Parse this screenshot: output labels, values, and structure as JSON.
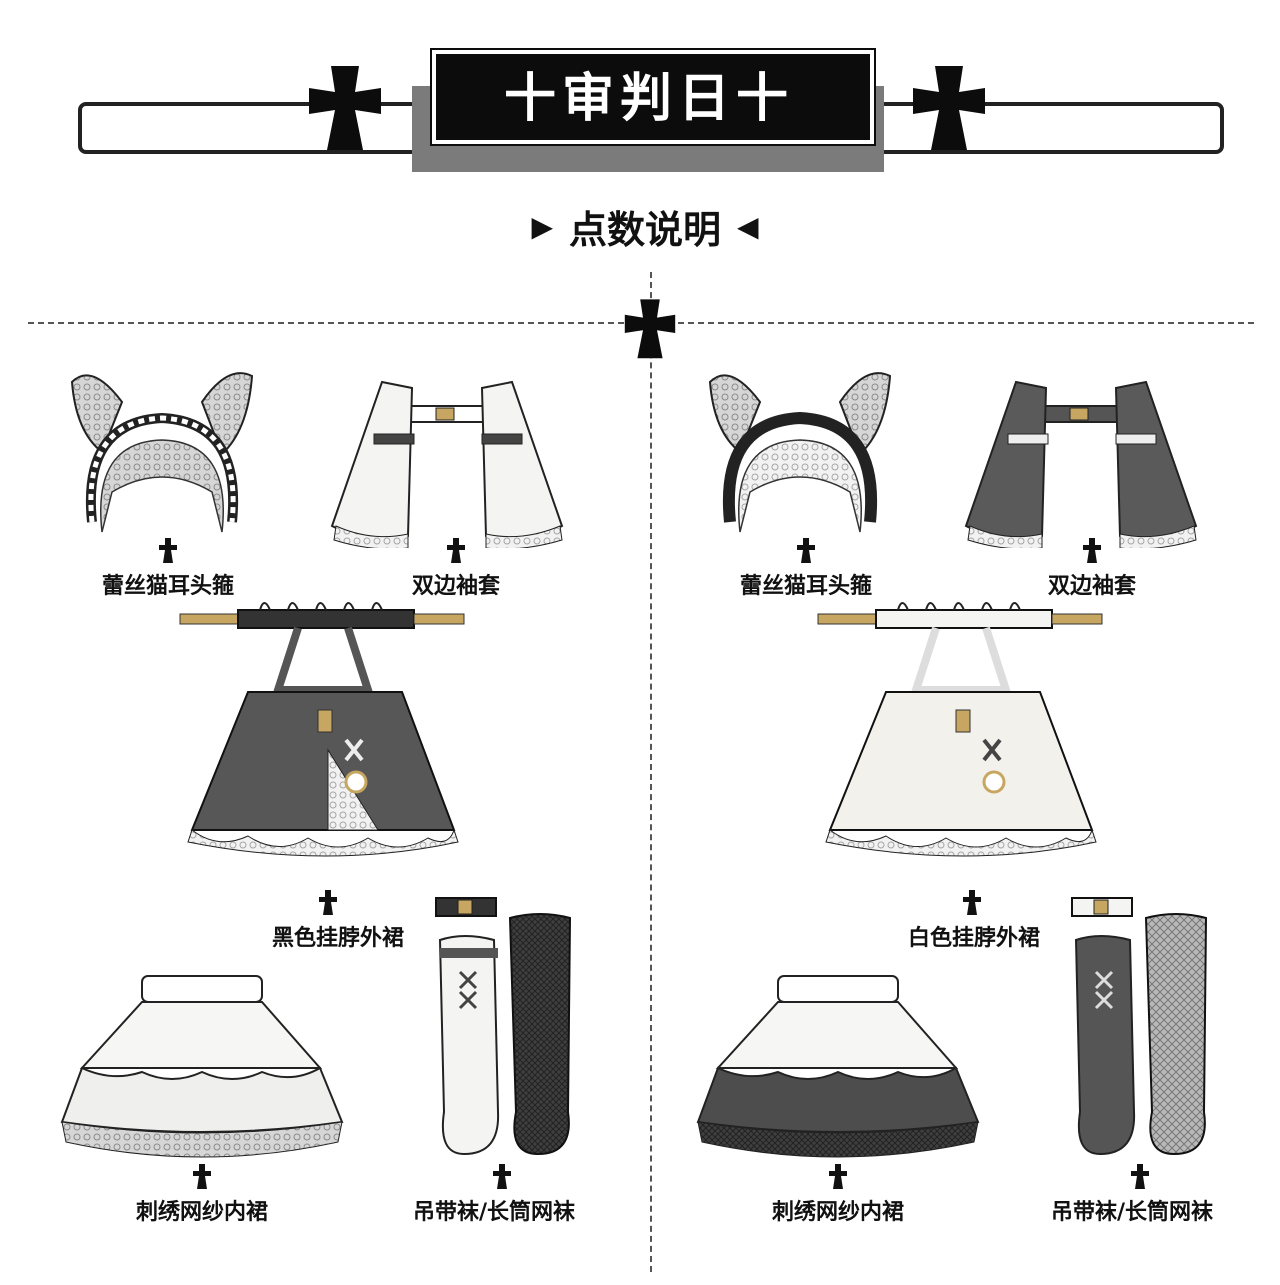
{
  "header": {
    "title": "十审判日十"
  },
  "subtitle": {
    "text": "点数说明",
    "left_arrow": "▶",
    "right_arrow": "◀"
  },
  "left_set": {
    "headband": "蕾丝猫耳头箍",
    "sleeves": "双边袖套",
    "apron": "黑色挂脖外裙",
    "petticoat": "刺绣网纱内裙",
    "socks": "吊带袜/长筒网袜"
  },
  "right_set": {
    "headband": "蕾丝猫耳头箍",
    "sleeves": "双边袖套",
    "apron": "白色挂脖外裙",
    "petticoat": "刺绣网纱内裙",
    "socks": "吊带袜/长筒网袜"
  },
  "colors": {
    "ink": "#111111",
    "banner_black": "#0c0c0c",
    "banner_gray": "#7b7b7b",
    "fabric_dark": "#555555",
    "fabric_light": "#f3f1ec"
  }
}
